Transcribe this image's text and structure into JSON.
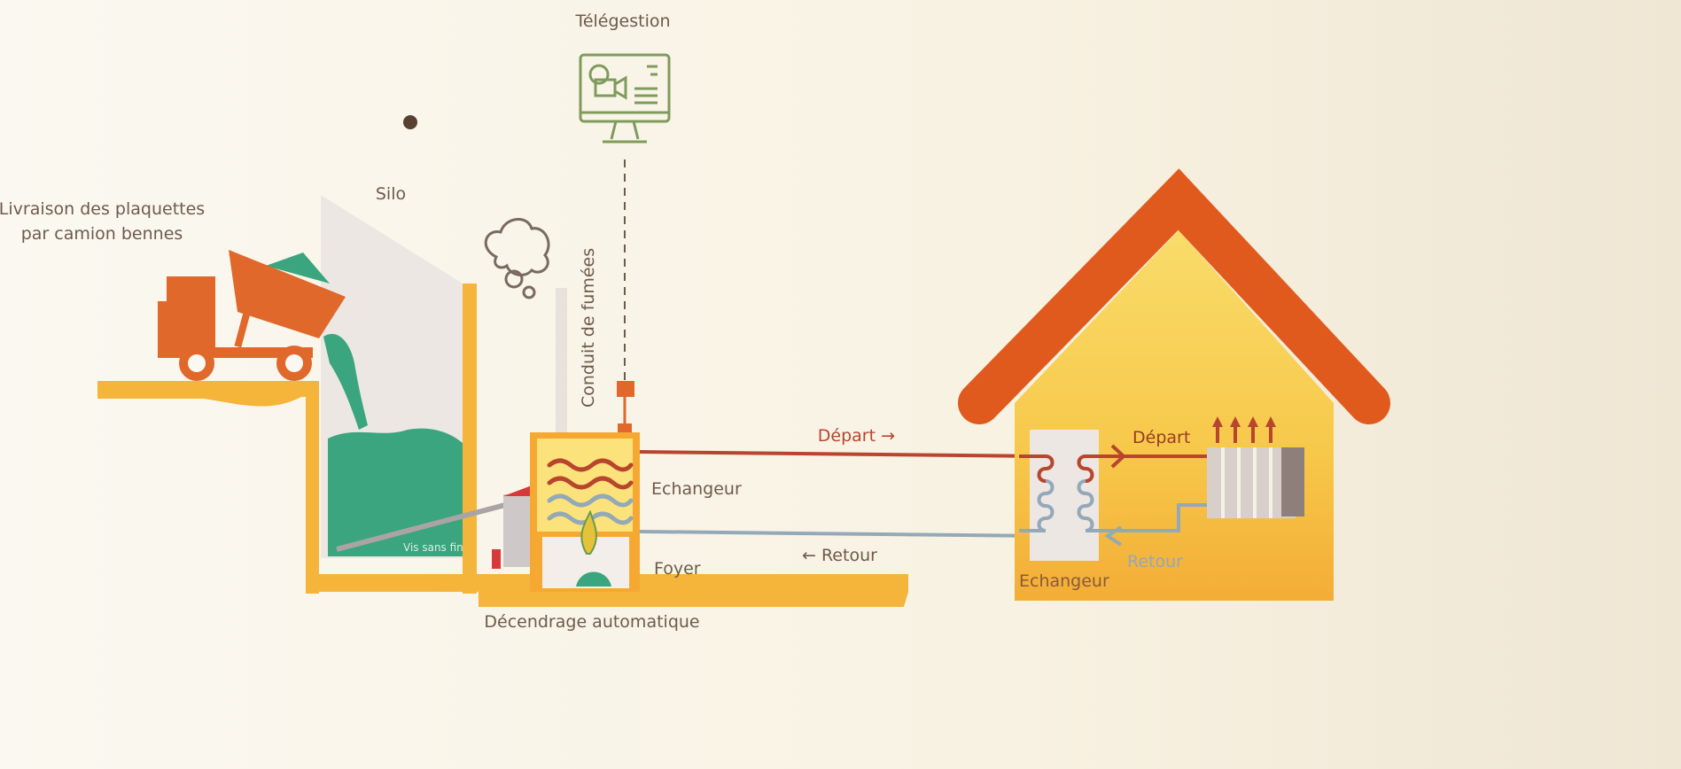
{
  "labels": {
    "telegestion": "Télégestion",
    "delivery_line1": "Livraison des plaquettes",
    "delivery_line2": "par camion bennes",
    "silo": "Silo",
    "flue": "Conduit de fumées",
    "depart_main": "Départ →",
    "exchanger_boiler": "Echangeur",
    "foyer": "Foyer",
    "retour_main": "← Retour",
    "screw": "Vis sans fin",
    "ash": "Décendrage automatique",
    "depart_house": "Départ",
    "retour_house": "Retour",
    "exchanger_house": "Echangeur"
  },
  "colors": {
    "orange": "#e0682a",
    "yellow": "#f5b43a",
    "green": "#3aa57e",
    "hot_pipe": "#b8452e",
    "cold_pipe": "#93a9b8",
    "roof": "#e05a1e",
    "monitor": "#7f9b5c"
  }
}
